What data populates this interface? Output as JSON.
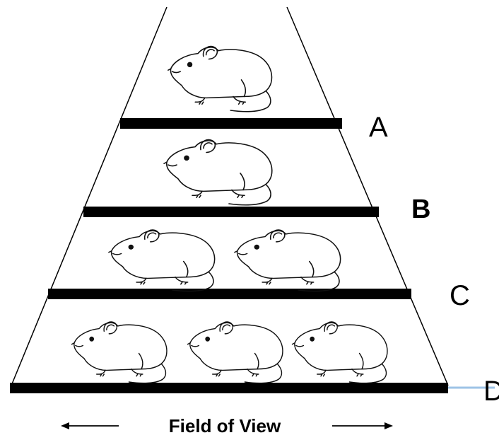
{
  "diagram": {
    "levels": [
      {
        "label": "A",
        "mouse_count": 1,
        "bold": false
      },
      {
        "label": "B",
        "mouse_count": 1,
        "bold": true
      },
      {
        "label": "C",
        "mouse_count": 2,
        "bold": false
      },
      {
        "label": "D",
        "mouse_count": 3,
        "bold": false
      }
    ],
    "field_of_view_label": "Field of View",
    "colors": {
      "line": "#000000",
      "bar": "#000000",
      "connector": "#9dc3e6",
      "mouse_stroke": "#111111"
    },
    "icons": {
      "mouse": "mouse-icon",
      "left_arrow": "arrow-left-icon",
      "right_arrow": "arrow-right-icon"
    }
  }
}
